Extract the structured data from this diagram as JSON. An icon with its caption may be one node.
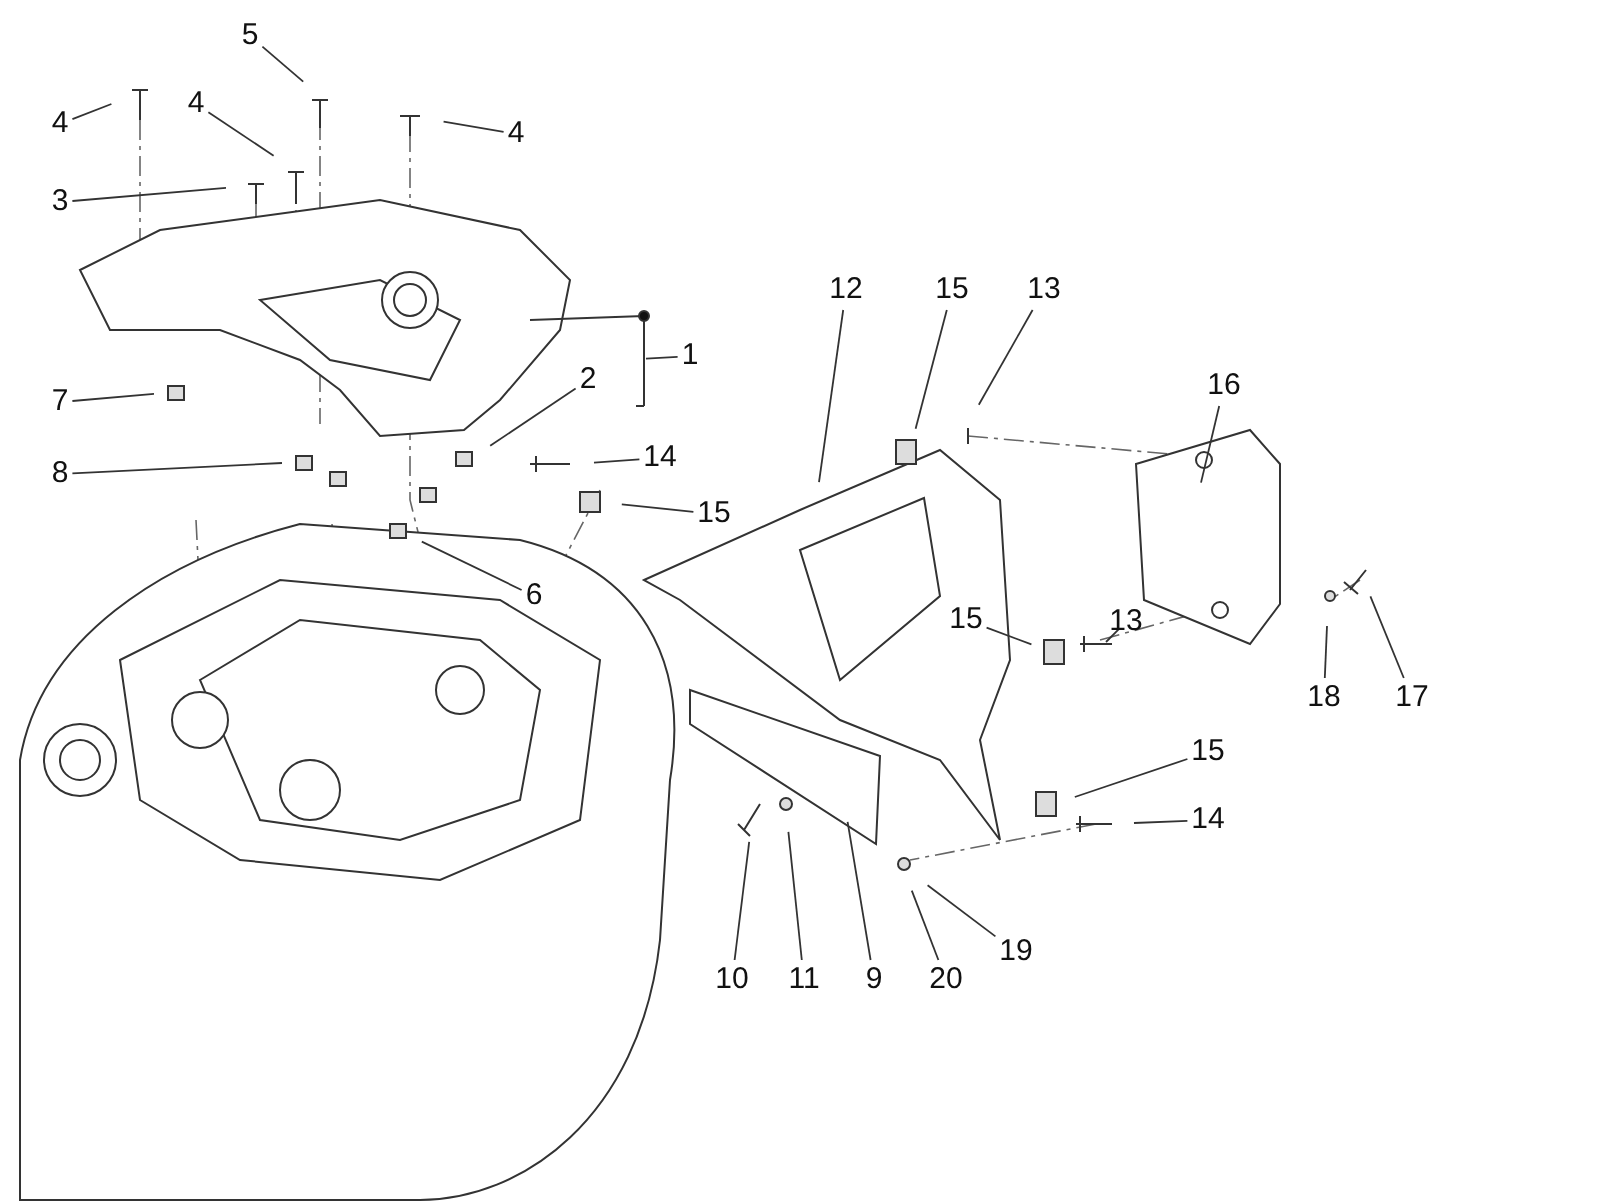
{
  "diagram": {
    "nodes": [
      {
        "text": [
          "5"
        ]
      },
      {
        "text": [
          "4"
        ]
      },
      {
        "text": [
          "4"
        ]
      },
      {
        "text": [
          "4"
        ]
      },
      {
        "text": [
          "3"
        ]
      },
      {
        "text": [
          "12"
        ]
      },
      {
        "text": [
          "15"
        ]
      },
      {
        "text": [
          "13"
        ]
      },
      {
        "text": [
          "1"
        ]
      },
      {
        "text": [
          "2"
        ]
      },
      {
        "text": [
          "16"
        ]
      },
      {
        "text": [
          "7"
        ]
      },
      {
        "text": [
          "14"
        ]
      },
      {
        "text": [
          "8"
        ]
      },
      {
        "text": [
          "15"
        ]
      },
      {
        "text": [
          "6"
        ]
      },
      {
        "text": [
          "15"
        ]
      },
      {
        "text": [
          "13"
        ]
      },
      {
        "text": [
          "18"
        ]
      },
      {
        "text": [
          "17"
        ]
      },
      {
        "text": [
          "15"
        ]
      },
      {
        "text": [
          "14"
        ]
      },
      {
        "text": [
          "19"
        ]
      },
      {
        "text": [
          "10"
        ]
      },
      {
        "text": [
          "11"
        ]
      },
      {
        "text": [
          "9"
        ]
      },
      {
        "text": [
          "20"
        ]
      }
    ],
    "edges": [
      {
        "from": 0,
        "to": null,
        "arrow": "none"
      },
      {
        "from": 1,
        "to": null,
        "arrow": "none"
      },
      {
        "from": 2,
        "to": null,
        "arrow": "none"
      },
      {
        "from": 3,
        "to": null,
        "arrow": "none"
      },
      {
        "from": 4,
        "to": null,
        "arrow": "none"
      },
      {
        "from": 5,
        "to": null,
        "arrow": "none"
      },
      {
        "from": 6,
        "to": null,
        "arrow": "none"
      },
      {
        "from": 7,
        "to": null,
        "arrow": "none"
      },
      {
        "from": 8,
        "to": null,
        "arrow": "none"
      },
      {
        "from": 9,
        "to": null,
        "arrow": "none"
      },
      {
        "from": 10,
        "to": null,
        "arrow": "none"
      },
      {
        "from": 11,
        "to": null,
        "arrow": "none"
      },
      {
        "from": 12,
        "to": null,
        "arrow": "none"
      },
      {
        "from": 13,
        "to": null,
        "arrow": "none"
      },
      {
        "from": 14,
        "to": null,
        "arrow": "none"
      },
      {
        "from": 15,
        "to": null,
        "arrow": "none"
      },
      {
        "from": 16,
        "to": null,
        "arrow": "none"
      },
      {
        "from": 17,
        "to": null,
        "arrow": "none"
      },
      {
        "from": 18,
        "to": null,
        "arrow": "none"
      },
      {
        "from": 19,
        "to": null,
        "arrow": "none"
      },
      {
        "from": 20,
        "to": null,
        "arrow": "none"
      },
      {
        "from": 21,
        "to": null,
        "arrow": "none"
      },
      {
        "from": 22,
        "to": null,
        "arrow": "none"
      },
      {
        "from": 23,
        "to": null,
        "arrow": "none"
      },
      {
        "from": 24,
        "to": null,
        "arrow": "none"
      },
      {
        "from": 25,
        "to": null,
        "arrow": "none"
      },
      {
        "from": 26,
        "to": null,
        "arrow": "none"
      }
    ]
  }
}
